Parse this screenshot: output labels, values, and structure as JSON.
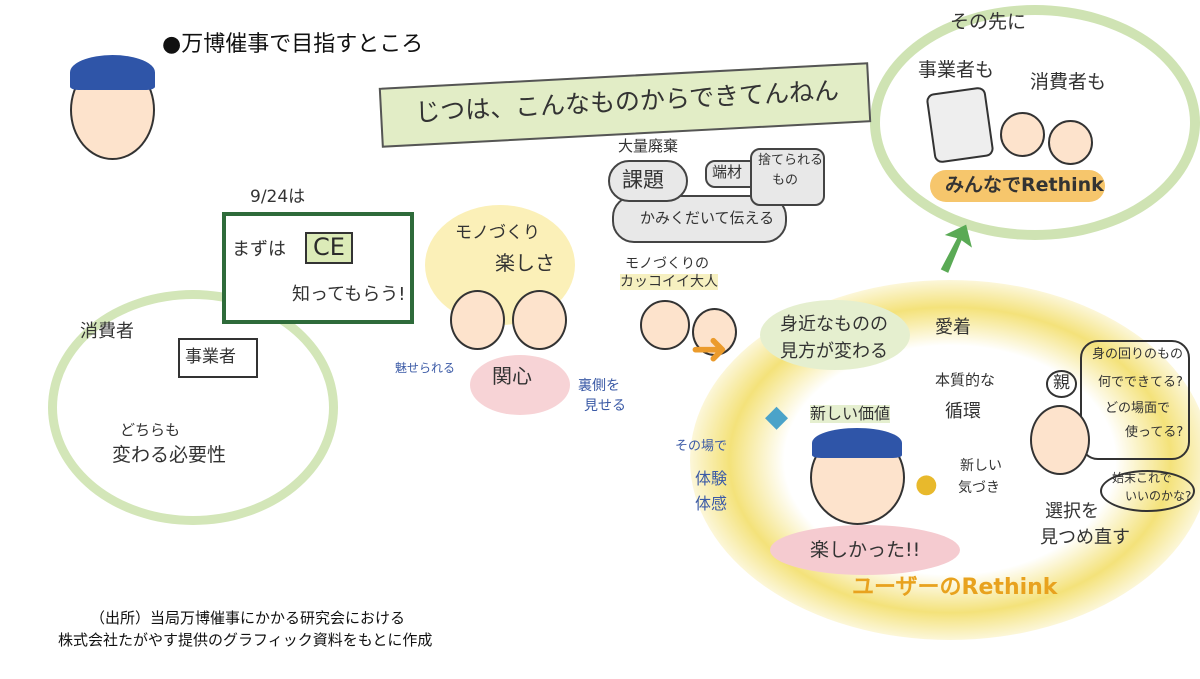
{
  "title": "●万博催事で目指すところ",
  "banner": "じつは、こんなものからできてんねん",
  "future": {
    "heading": "その先に",
    "business": "事業者も",
    "consumer": "消費者も",
    "slogan": "みんなでRethink"
  },
  "board": {
    "date": "9/24は",
    "prefix": "まずは",
    "ce": "CE",
    "suffix": "知ってもらう!"
  },
  "left_circle": {
    "consumer": "消費者",
    "business": "事業者",
    "line1": "どちらも",
    "line2": "変わる必要性"
  },
  "making": {
    "fun1": "モノづくり",
    "fun2": "楽しさ",
    "waste": "大量廃棄",
    "issue": "課題",
    "scraps": "端材",
    "discarded1": "捨てられる",
    "discarded2": "もの",
    "explain": "かみくだいて伝える",
    "cool1": "モノづくりの",
    "cool2": "カッコイイ大人",
    "charmed": "魅せられる",
    "interest": "関心",
    "backside1": "裏側を",
    "backside2": "見せる"
  },
  "user": {
    "view1": "身近なものの",
    "view2": "見方が変わる",
    "attachment": "愛着",
    "cycle1": "本質的な",
    "cycle2": "循環",
    "value": "新しい価値",
    "notice1": "新しい",
    "notice2": "気づき",
    "exp1": "その場で",
    "exp2": "体験",
    "exp3": "体感",
    "fun": "楽しかった!!",
    "rethink": "ユーザーのRethink"
  },
  "parent": {
    "label": "親",
    "q1": "身の回りのもの",
    "q2": "何でできてる?",
    "q3": "どの場面で",
    "q4": "使ってる?",
    "q5": "始末これで",
    "q6": "いいのかな?",
    "choose1": "選択を",
    "choose2": "見つめ直す"
  },
  "source": {
    "line1": "（出所）当局万博催事にかかる研究会における",
    "line2": "株式会社たがやす提供のグラフィック資料をもとに作成"
  }
}
